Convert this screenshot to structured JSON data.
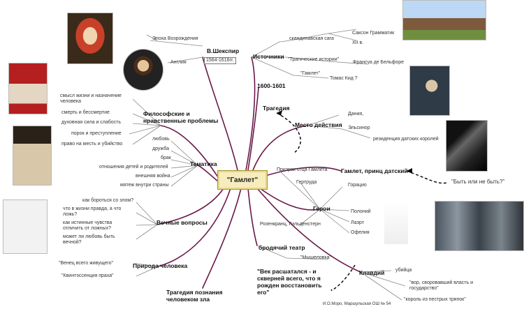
{
  "center": {
    "label": "\"Гамлет\""
  },
  "shakespeare": {
    "title": "В.Шекспир",
    "epoch": "Эпоха Возрождения",
    "country": "Англия",
    "years": "1564-1616гг."
  },
  "sources": {
    "title": "Источники",
    "saga": "скандинавская сага",
    "saxo": "Саксон Грамматик",
    "century": "XII в.",
    "tragic": "\"Трагические истории\"",
    "belforet": "Франсуа де Бельфоре",
    "hamlet": "\"Гамлет\"",
    "kyd": "Томас Кид ?"
  },
  "year": "1600-1601",
  "tragedy": "Трагедия",
  "place": {
    "title": "Место действия",
    "denmark": "Дания,",
    "elsinore": "Эльсинор",
    "residence": "резиденция датских королей"
  },
  "philosophy": {
    "title": "Философские и нравственные проблемы",
    "items": [
      "смысл жизни и назначение человека",
      "смерть и бессмертие",
      "духовная сила и слабость",
      "порок и преступление",
      "право на месть и убийство"
    ]
  },
  "themes": {
    "title": "Тематика",
    "items": [
      "любовь",
      "дружба",
      "брак",
      "отношения детей и родителей",
      "внешняя война",
      "мятеж внутри страны"
    ]
  },
  "questions": {
    "title": "Вечные вопросы",
    "items": [
      "как бороться со злом?",
      "что в жизни правда, а что ложь?",
      "как истинные чувства отличить от ложных?",
      "может ли любовь быть вечной?"
    ]
  },
  "nature": {
    "title": "Природа человека",
    "q1": "\"Венец всего живущего\"",
    "q2": "\"Квинтэссенция праха\""
  },
  "cognition": "Трагедия познания человеком зла",
  "theatre": {
    "title": "бродячий театр",
    "play": "\"Мышеловка\""
  },
  "heroes": {
    "title": "Герои",
    "ghost": "Призрак отца Гамлета",
    "gertrude": "Гертруда",
    "horatio": "Горацио",
    "polonius": "Полоний",
    "laertes": "Лаэрт",
    "ophelia": "Офелия",
    "rg": "Розенкранц, Гильденстерн"
  },
  "prince": "Гамлет, принц датский",
  "tobe": "\"Быть или не быть?\"",
  "claudius": {
    "title": "Клавдий",
    "killer": "убийца",
    "usurper": "\"вор, своровавший власть и государство\"",
    "king": "\"король из пестрых тряпок\""
  },
  "quote": "\"Век расшатался - и скверней всего, что я рожден восстановить его\"",
  "author": "И.О.Моро, Маршульская ОШ № 54",
  "colors": {
    "branch": "#6a1a4a",
    "center_fill": "#f7ecbd",
    "center_border": "#a8962e"
  }
}
